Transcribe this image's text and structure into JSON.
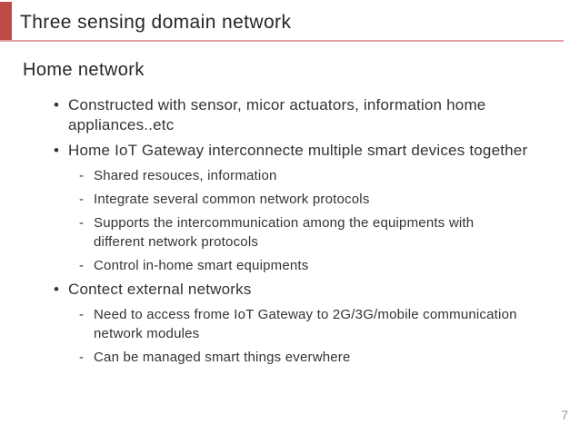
{
  "slide": {
    "title": "Three sensing domain network",
    "page_number": "7"
  },
  "colors": {
    "accent_red": "#BF4B47",
    "rule_pink": "#E3A29F",
    "title_text": "#262626",
    "body_text": "#333333",
    "page_number_gray": "#969696"
  },
  "markers": {
    "l1": "•",
    "l2": "-"
  },
  "content": {
    "heading": "Home network",
    "bullets": [
      {
        "level": 1,
        "text": "Constructed with sensor, micor actuators, information home\nappliances..etc"
      },
      {
        "level": 1,
        "text": "Home IoT Gateway interconnecte multiple smart devices together"
      },
      {
        "level": 2,
        "text": "Shared resouces, information"
      },
      {
        "level": 2,
        "text": "Integrate several common network protocols"
      },
      {
        "level": 2,
        "text": "Supports the intercommunication among the equipments with\ndifferent network protocols"
      },
      {
        "level": 2,
        "text": "Control in-home smart equipments"
      },
      {
        "level": 1,
        "text": "Contect external networks"
      },
      {
        "level": 2,
        "text": "Need to access frome IoT Gateway to 2G/3G/mobile communication\nnetwork modules"
      },
      {
        "level": 2,
        "text": "Can be managed smart things everwhere"
      }
    ]
  }
}
